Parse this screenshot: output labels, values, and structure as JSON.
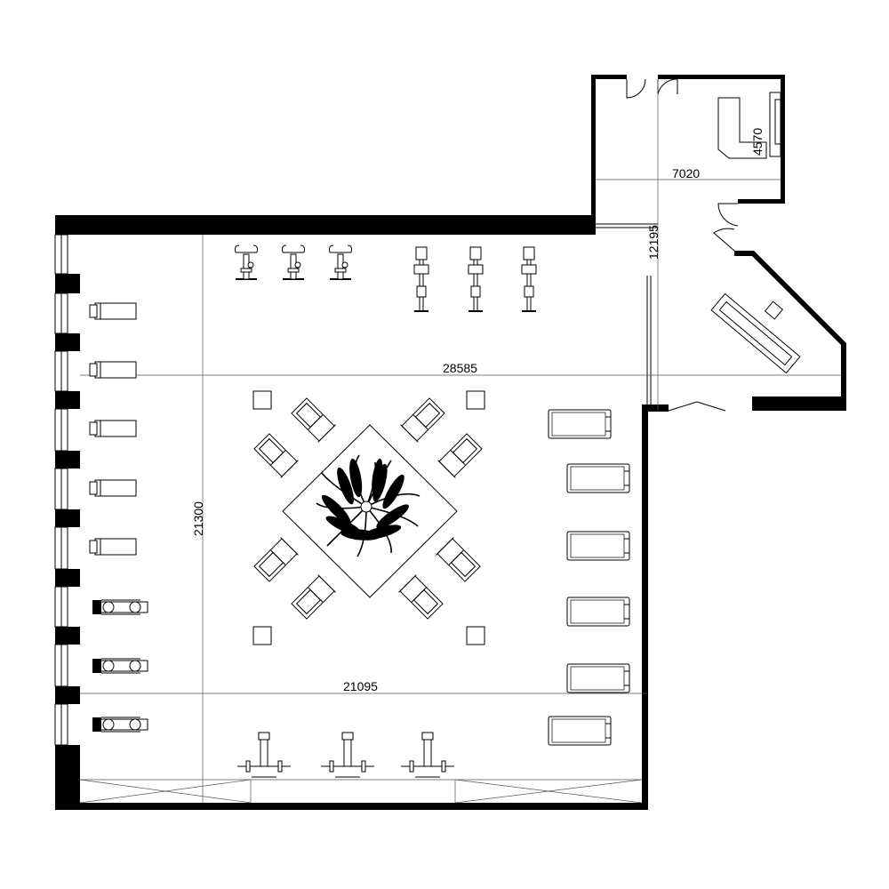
{
  "dimensions": {
    "width_total": "28585",
    "height_total": "21300",
    "bottom_width": "21095",
    "annex_width": "7020",
    "annex_height": "4570",
    "annex_vertical": "12195"
  },
  "icons": {
    "plant": "palm-tree-icon",
    "treadmill": "treadmill-icon",
    "bike": "exercise-bike-icon",
    "rower": "rowing-machine-icon",
    "bench": "weight-bench-icon",
    "elliptical": "elliptical-icon",
    "desk": "reception-desk-icon"
  }
}
